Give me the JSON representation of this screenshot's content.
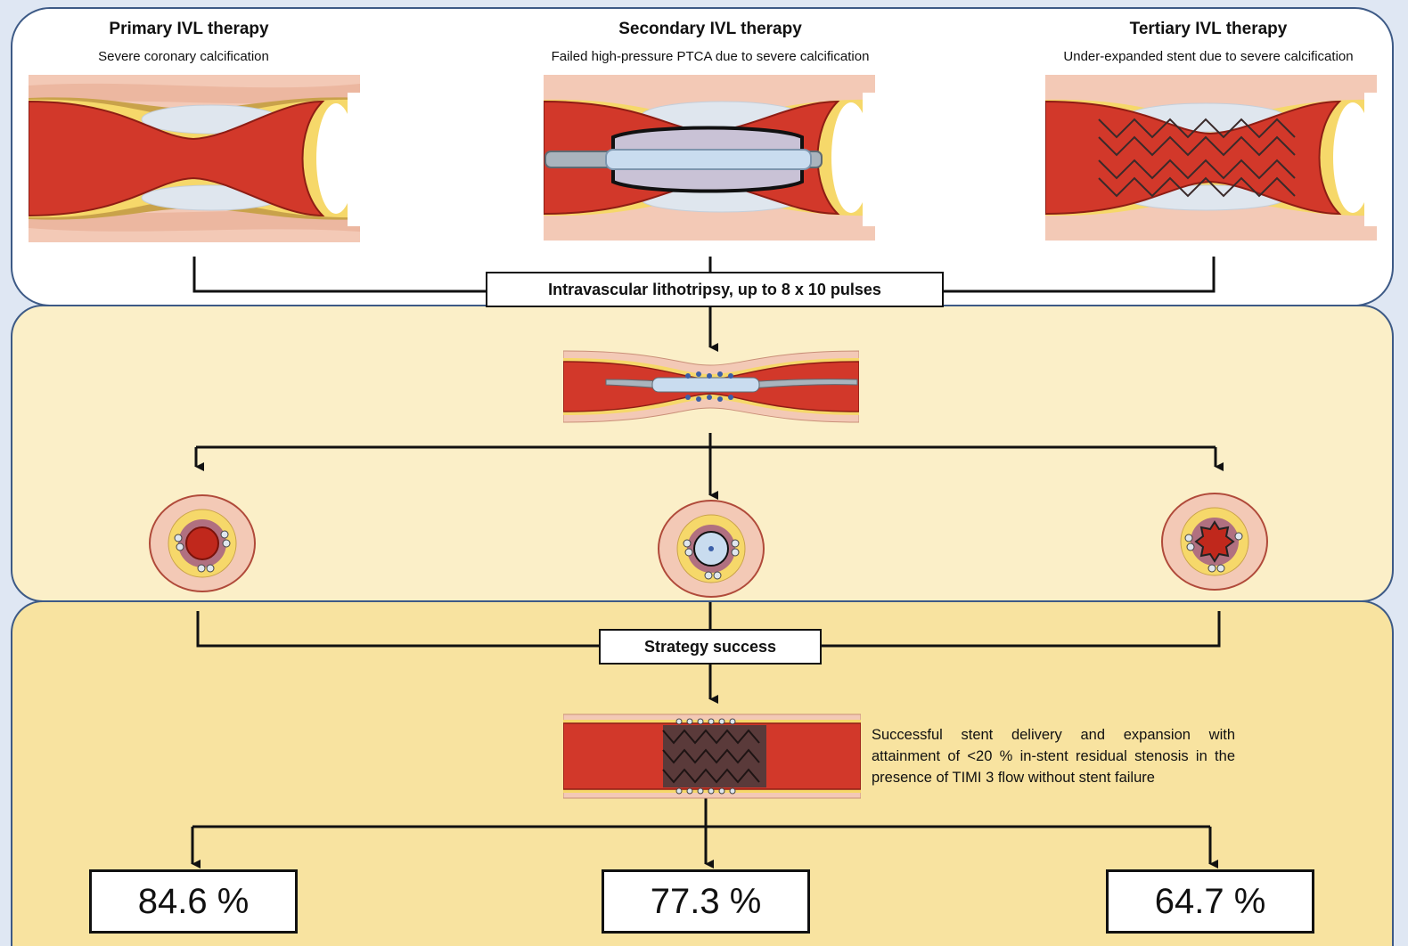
{
  "columns": [
    {
      "title": "Primary IVL therapy",
      "subtitle": "Severe coronary calcification",
      "result": "84.6 %"
    },
    {
      "title": "Secondary IVL therapy",
      "subtitle": "Failed high-pressure PTCA due to severe calcification",
      "result": "77.3 %"
    },
    {
      "title": "Tertiary IVL therapy",
      "subtitle": "Under-expanded stent due to severe calcification",
      "result": "64.7 %"
    }
  ],
  "treatment": {
    "label": "Intravascular lithotripsy, up to 8 x 10 pulses"
  },
  "outcome": {
    "label": "Strategy success",
    "definition": "Successful stent delivery and expansion with attainment of <20 % in-stent residual stenosis in the presence of TIMI 3 flow without stent failure"
  },
  "colors": {
    "vessel_red": "#d2382a",
    "vessel_wall": "#f3c9b6",
    "plaque_yellow": "#f6d86a",
    "calcium": "#dfe6ee",
    "band_top": "#ffffff",
    "band_mid": "#fbefc8",
    "band_bottom": "#f8e3a0",
    "frame_blue": "#3d5a86"
  }
}
